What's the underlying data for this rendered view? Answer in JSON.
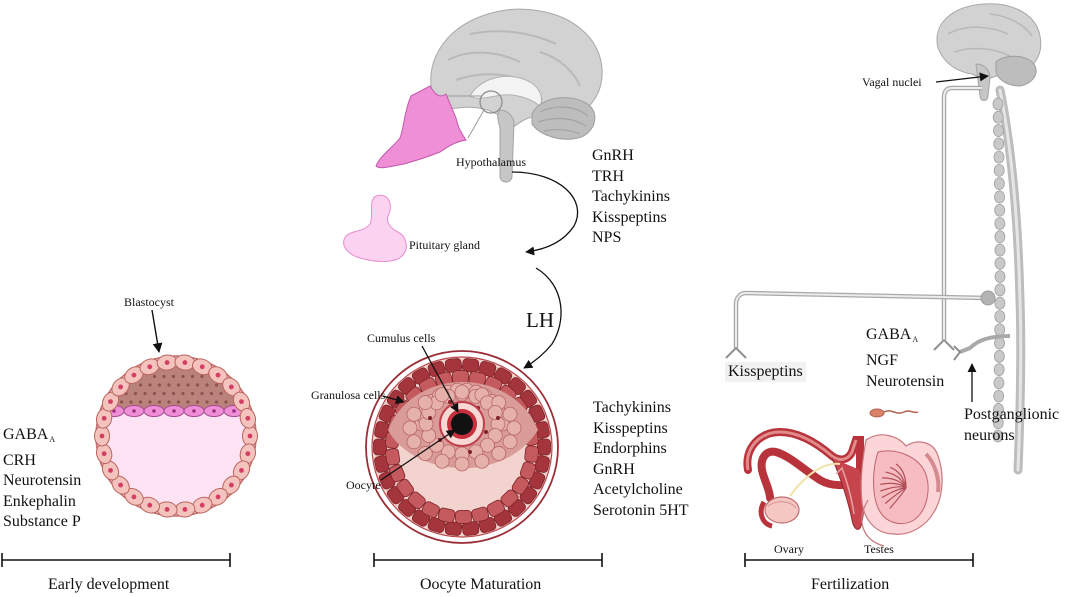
{
  "panels": {
    "early": {
      "caption": "Early development",
      "structure_label": "Blastocyst",
      "factors": [
        "GABA",
        "CRH",
        "Neurotensin",
        "Enkephalin",
        "Substance P"
      ],
      "gaba_subscript": "A"
    },
    "oocyte": {
      "caption": "Oocyte Maturation",
      "labels": {
        "hypothalamus": "Hypothalamus",
        "pituitary": "Pituitary gland",
        "lh": "LH",
        "cumulus": "Cumulus cells",
        "granulosa": "Granulosa cells",
        "oocyte": "Oocyte"
      },
      "hypothalamic_factors": [
        "GnRH",
        "TRH",
        "Tachykinins",
        "Kisspeptins",
        "NPS"
      ],
      "follicle_factors": [
        "Tachykinins",
        "Kisspeptins",
        "Endorphins",
        "GnRH",
        "Acetylcholine",
        "Serotonin 5HT"
      ]
    },
    "fertilization": {
      "caption": "Fertilization",
      "labels": {
        "vagal": "Vagal nuclei",
        "kisspeptins": "Kisspeptins",
        "postganglionic": "Postganglionic neurons",
        "ovary": "Ovary",
        "testes": "Testes"
      },
      "factors": [
        "GABA",
        "NGF",
        "Neurotensin"
      ],
      "gaba_subscript": "A"
    }
  },
  "colors": {
    "pink": "#ef8fd6",
    "light_pink": "#fbd3f0",
    "brain_gray": "#d4d4d4",
    "cell_fill": "#f5c3bd",
    "nucleus": "#d23f63",
    "follicle_dark": "#a5353c",
    "follicle_light": "#e6b1ab",
    "uterus": "#b8333b"
  },
  "icons": [
    "brain-icon",
    "spinal-cord-icon",
    "sperm-icon",
    "testis-icon",
    "uterus-icon"
  ]
}
